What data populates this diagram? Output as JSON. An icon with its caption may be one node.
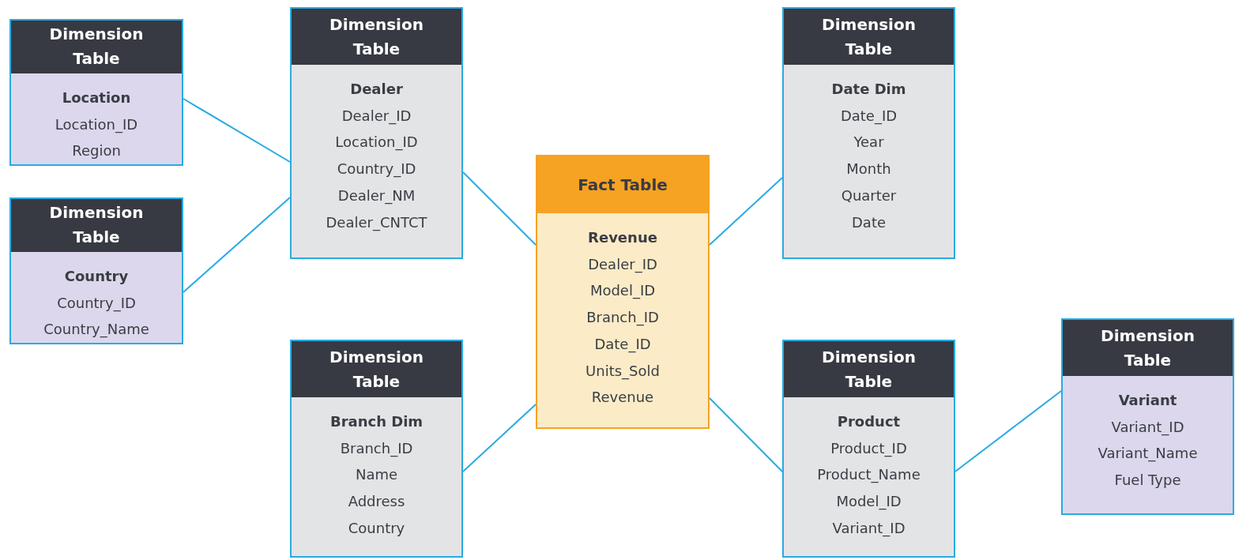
{
  "diagram": {
    "nodes": [
      {
        "text": [
          "Dimension Table",
          "Location",
          "Location_ID",
          "Region"
        ]
      },
      {
        "text": [
          "Dimension Table",
          "Country",
          "Country_ID",
          "Country_Name"
        ]
      },
      {
        "text": [
          "Dimension Table",
          "Dealer",
          "Dealer_ID",
          "Location_ID",
          "Country_ID",
          "Dealer_NM",
          "Dealer_CNTCT"
        ]
      },
      {
        "text": [
          "Fact Table",
          "Revenue",
          "Dealer_ID",
          "Model_ID",
          "Branch_ID",
          "Date_ID",
          "Units_Sold",
          "Revenue"
        ]
      },
      {
        "text": [
          "Dimension Table",
          "Date Dim",
          "Date_ID",
          "Year",
          "Month",
          "Quarter",
          "Date"
        ]
      },
      {
        "text": [
          "Dimension Table",
          "Branch Dim",
          "Branch_ID",
          "Name",
          "Address",
          "Country"
        ]
      },
      {
        "text": [
          "Dimension Table",
          "Product",
          "Product_ID",
          "Product_Name",
          "Model_ID",
          "Variant_ID"
        ]
      },
      {
        "text": [
          "Dimension Table",
          "Variant",
          "Variant_ID",
          "Variant_Name",
          "Fuel Type"
        ]
      }
    ],
    "edges": [
      {
        "from": 0,
        "to": 2,
        "arrow": "none"
      },
      {
        "from": 1,
        "to": 2,
        "arrow": "none"
      },
      {
        "from": 2,
        "to": 3,
        "arrow": "none"
      },
      {
        "from": 4,
        "to": 3,
        "arrow": "none"
      },
      {
        "from": 5,
        "to": 3,
        "arrow": "none"
      },
      {
        "from": 6,
        "to": 3,
        "arrow": "none"
      },
      {
        "from": 7,
        "to": 6,
        "arrow": "none"
      }
    ]
  }
}
